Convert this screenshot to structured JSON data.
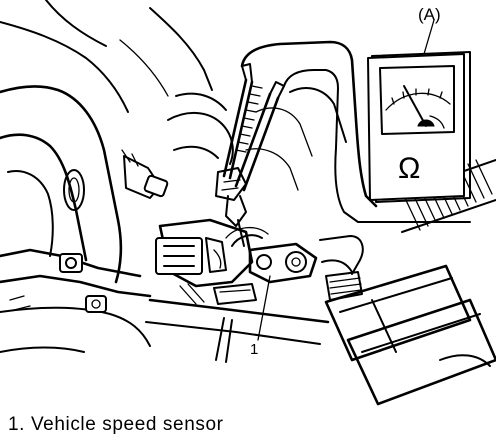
{
  "diagram": {
    "meter_label": "(A)",
    "meter_symbol": "Ω",
    "callout_number": "1"
  },
  "legend": {
    "number": "1.",
    "text": "Vehicle speed sensor"
  }
}
